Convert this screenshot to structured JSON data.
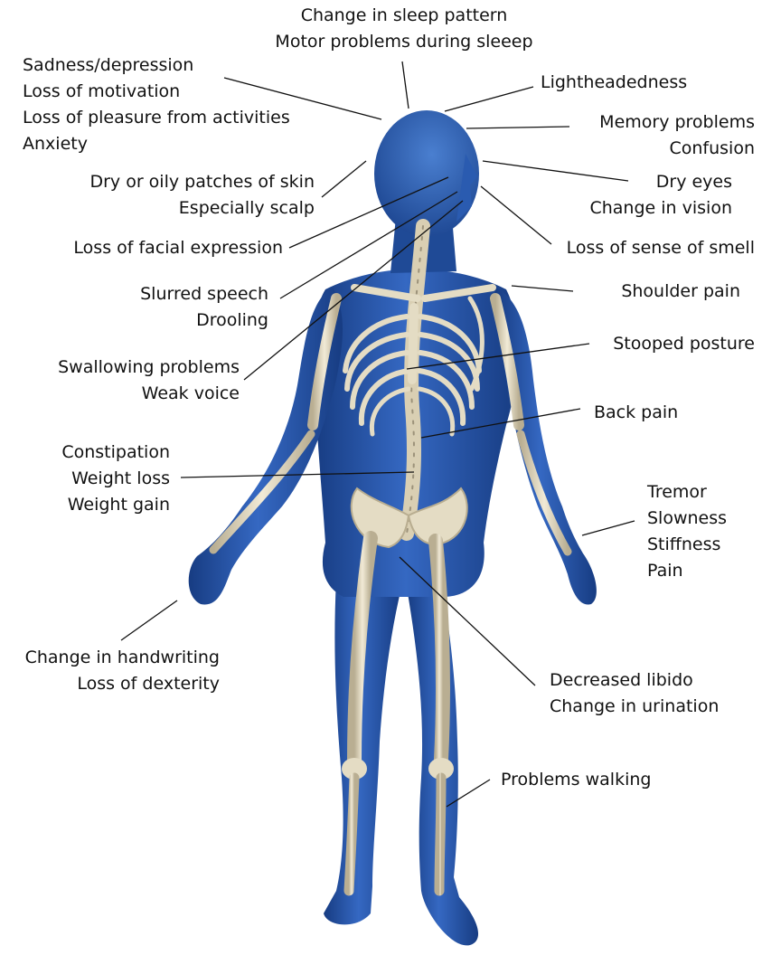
{
  "labels": {
    "sleep": [
      "Change in sleep pattern",
      "Motor problems during sleeep"
    ],
    "mood": [
      "Sadness/depression",
      "Loss of motivation",
      "Loss of pleasure from activities",
      "Anxiety"
    ],
    "lightheaded": [
      "Lightheadedness"
    ],
    "memory": [
      "Memory problems",
      "Confusion"
    ],
    "skin": [
      "Dry or oily patches of skin",
      "Especially scalp"
    ],
    "eyes": [
      "Dry eyes",
      "Change in vision"
    ],
    "facial": [
      "Loss of facial expression"
    ],
    "smell": [
      "Loss of sense of smell"
    ],
    "speech": [
      "Slurred speech",
      "Drooling"
    ],
    "shoulder": [
      "Shoulder pain"
    ],
    "stooped": [
      "Stooped posture"
    ],
    "swallow": [
      "Swallowing problems",
      "Weak voice"
    ],
    "back": [
      "Back pain"
    ],
    "constipation": [
      "Constipation",
      "Weight loss",
      "Weight gain"
    ],
    "tremor": [
      "Tremor",
      "Slowness",
      "Stiffness",
      "Pain"
    ],
    "handwriting": [
      "Change in handwriting",
      "Loss of dexterity"
    ],
    "libido": [
      "Decreased libido",
      "Change in urination"
    ],
    "walking": [
      "Problems walking"
    ]
  },
  "colors": {
    "body": "#2a5bb0",
    "body_dark": "#173c82",
    "bone": "#e4dcc4",
    "text": "#111111",
    "leader": "#111111"
  }
}
